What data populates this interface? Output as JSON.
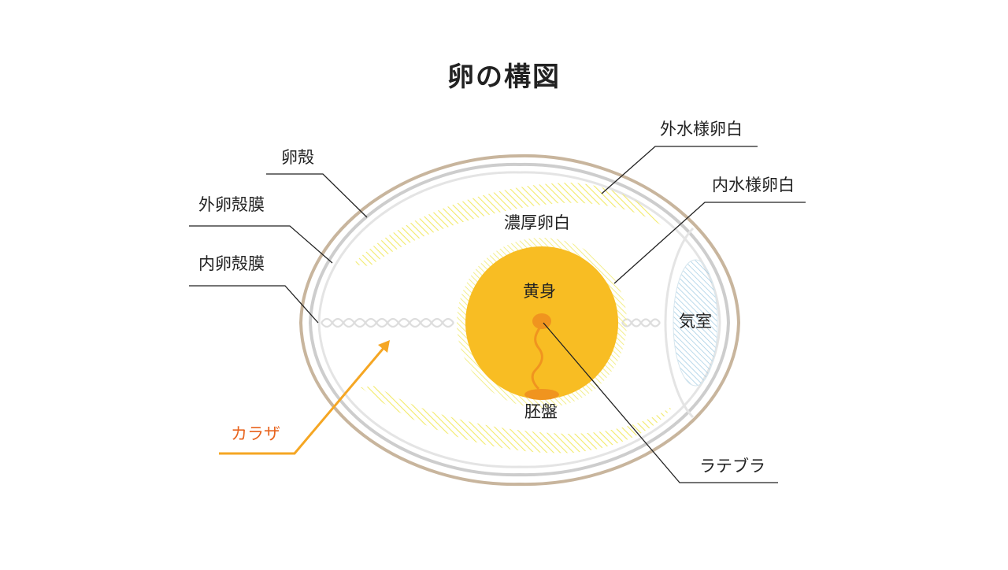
{
  "title": "卵の構図",
  "labels": {
    "shell": "卵殻",
    "outer_membrane": "外卵殻膜",
    "inner_membrane": "内卵殻膜",
    "outer_thin_white": "外水様卵白",
    "inner_thin_white": "内水様卵白",
    "thick_white": "濃厚卵白",
    "yolk": "黄身",
    "blastoderm": "胚盤",
    "air_cell": "気室",
    "chalaza": "カラザ",
    "latebra": "ラテブラ"
  },
  "colors": {
    "shell": "#c8b59d",
    "membrane": "#cdcdcd",
    "inner_line": "#e4e4e4",
    "thick_white_hatch": "#f2ea6a",
    "yolk": "#f8bd23",
    "yolk_hatch": "#f3ee8a",
    "latebra": "#f0941f",
    "air_cell_hatch": "#9cc9e2",
    "chalaza_arrow": "#f5a623",
    "chalaza_text": "#e8641e",
    "leader": "#222222"
  }
}
